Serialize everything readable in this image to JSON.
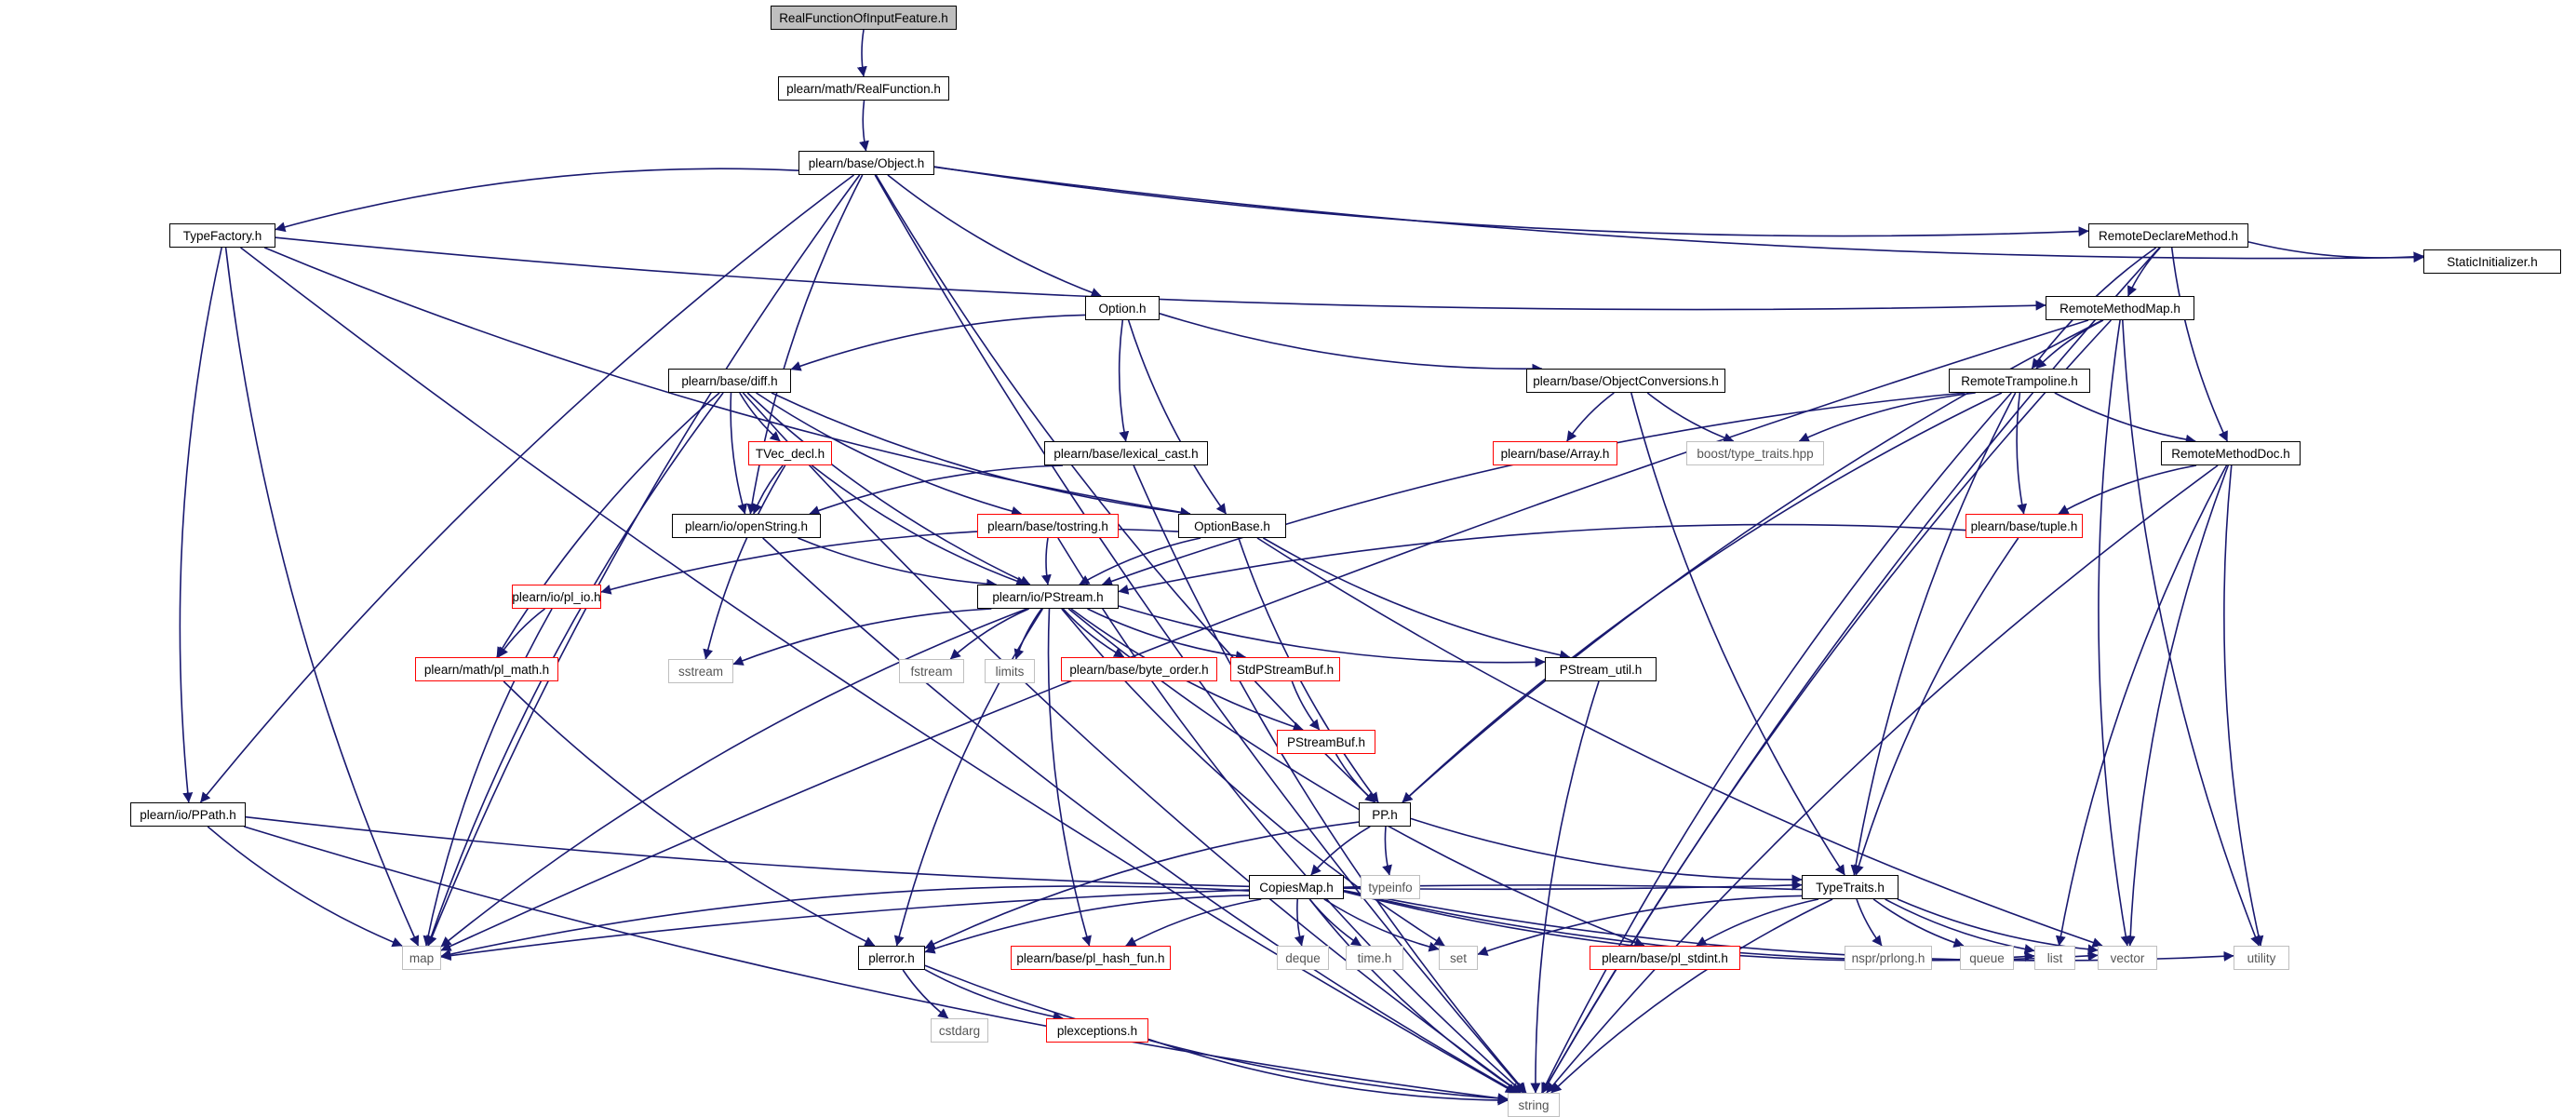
{
  "colors": {
    "edge": "#191970",
    "box_border": "#000000",
    "red_border": "#ff0000",
    "gray_border": "#bfbfbf",
    "root_fill": "#bfbfbf"
  },
  "nodes": [
    {
      "id": "root",
      "label": "RealFunctionOfInputFeature.h",
      "style": "root"
    },
    {
      "id": "realfunction",
      "label": "plearn/math/RealFunction.h",
      "style": "black"
    },
    {
      "id": "object",
      "label": "plearn/base/Object.h",
      "style": "black"
    },
    {
      "id": "typefactory",
      "label": "TypeFactory.h",
      "style": "black"
    },
    {
      "id": "remotedeclare",
      "label": "RemoteDeclareMethod.h",
      "style": "black"
    },
    {
      "id": "staticinit",
      "label": "StaticInitializer.h",
      "style": "black"
    },
    {
      "id": "option",
      "label": "Option.h",
      "style": "black"
    },
    {
      "id": "remotemethodmap",
      "label": "RemoteMethodMap.h",
      "style": "black"
    },
    {
      "id": "diff",
      "label": "plearn/base/diff.h",
      "style": "black"
    },
    {
      "id": "objconv",
      "label": "plearn/base/ObjectConversions.h",
      "style": "black"
    },
    {
      "id": "remotetramp",
      "label": "RemoteTrampoline.h",
      "style": "black"
    },
    {
      "id": "tvecdecl",
      "label": "TVec_decl.h",
      "style": "red"
    },
    {
      "id": "lexicalcast",
      "label": "plearn/base/lexical_cast.h",
      "style": "black"
    },
    {
      "id": "array",
      "label": "plearn/base/Array.h",
      "style": "red"
    },
    {
      "id": "boosttt",
      "label": "boost/type_traits.hpp",
      "style": "gray"
    },
    {
      "id": "remotemethoddoc",
      "label": "RemoteMethodDoc.h",
      "style": "black"
    },
    {
      "id": "openstring",
      "label": "plearn/io/openString.h",
      "style": "black"
    },
    {
      "id": "tostring",
      "label": "plearn/base/tostring.h",
      "style": "red"
    },
    {
      "id": "optionbase",
      "label": "OptionBase.h",
      "style": "black"
    },
    {
      "id": "tuple",
      "label": "plearn/base/tuple.h",
      "style": "red"
    },
    {
      "id": "pliio",
      "label": "plearn/io/pl_io.h",
      "style": "red"
    },
    {
      "id": "pstream",
      "label": "plearn/io/PStream.h",
      "style": "black"
    },
    {
      "id": "plmath",
      "label": "plearn/math/pl_math.h",
      "style": "red"
    },
    {
      "id": "sstream",
      "label": "sstream",
      "style": "gray"
    },
    {
      "id": "fstream",
      "label": "fstream",
      "style": "gray"
    },
    {
      "id": "limits",
      "label": "limits",
      "style": "gray"
    },
    {
      "id": "byteorder",
      "label": "plearn/base/byte_order.h",
      "style": "red"
    },
    {
      "id": "stdpsb",
      "label": "StdPStreamBuf.h",
      "style": "red"
    },
    {
      "id": "pstreamutil",
      "label": "PStream_util.h",
      "style": "black"
    },
    {
      "id": "pstreambuf",
      "label": "PStreamBuf.h",
      "style": "red"
    },
    {
      "id": "pp",
      "label": "PP.h",
      "style": "black"
    },
    {
      "id": "ppath",
      "label": "plearn/io/PPath.h",
      "style": "black"
    },
    {
      "id": "typeinfo",
      "label": "typeinfo",
      "style": "gray"
    },
    {
      "id": "copiesmap",
      "label": "CopiesMap.h",
      "style": "black"
    },
    {
      "id": "typetraits",
      "label": "TypeTraits.h",
      "style": "black"
    },
    {
      "id": "map",
      "label": "map",
      "style": "gray"
    },
    {
      "id": "plerror",
      "label": "plerror.h",
      "style": "black"
    },
    {
      "id": "plhash",
      "label": "plearn/base/pl_hash_fun.h",
      "style": "red"
    },
    {
      "id": "deque",
      "label": "deque",
      "style": "gray"
    },
    {
      "id": "timeh",
      "label": "time.h",
      "style": "gray"
    },
    {
      "id": "set",
      "label": "set",
      "style": "gray"
    },
    {
      "id": "plstdint",
      "label": "plearn/base/pl_stdint.h",
      "style": "red"
    },
    {
      "id": "nsprlong",
      "label": "nspr/prlong.h",
      "style": "gray"
    },
    {
      "id": "queue",
      "label": "queue",
      "style": "gray"
    },
    {
      "id": "list",
      "label": "list",
      "style": "gray"
    },
    {
      "id": "vector",
      "label": "vector",
      "style": "gray"
    },
    {
      "id": "utility",
      "label": "utility",
      "style": "gray"
    },
    {
      "id": "cstdarg",
      "label": "cstdarg",
      "style": "gray"
    },
    {
      "id": "plexceptions",
      "label": "plexceptions.h",
      "style": "red"
    },
    {
      "id": "string",
      "label": "string",
      "style": "gray"
    }
  ],
  "edges": [
    [
      "root",
      "realfunction"
    ],
    [
      "realfunction",
      "object"
    ],
    [
      "object",
      "typefactory"
    ],
    [
      "object",
      "remotedeclare"
    ],
    [
      "object",
      "staticinit"
    ],
    [
      "object",
      "option"
    ],
    [
      "object",
      "openstring"
    ],
    [
      "object",
      "pp"
    ],
    [
      "object",
      "ppath"
    ],
    [
      "object",
      "map"
    ],
    [
      "object",
      "string"
    ],
    [
      "typefactory",
      "remotemethodmap"
    ],
    [
      "typefactory",
      "optionbase"
    ],
    [
      "typefactory",
      "ppath"
    ],
    [
      "typefactory",
      "map"
    ],
    [
      "typefactory",
      "string"
    ],
    [
      "remotedeclare",
      "remotemethodmap"
    ],
    [
      "remotedeclare",
      "remotetramp"
    ],
    [
      "remotedeclare",
      "remotemethoddoc"
    ],
    [
      "remotedeclare",
      "staticinit"
    ],
    [
      "remotedeclare",
      "string"
    ],
    [
      "option",
      "diff"
    ],
    [
      "option",
      "objconv"
    ],
    [
      "option",
      "lexicalcast"
    ],
    [
      "option",
      "optionbase"
    ],
    [
      "remotemethodmap",
      "remotetramp"
    ],
    [
      "remotemethodmap",
      "pp"
    ],
    [
      "remotemethodmap",
      "vector"
    ],
    [
      "remotemethodmap",
      "utility"
    ],
    [
      "remotemethodmap",
      "map"
    ],
    [
      "remotemethodmap",
      "string"
    ],
    [
      "diff",
      "tvecdecl"
    ],
    [
      "diff",
      "openstring"
    ],
    [
      "diff",
      "tostring"
    ],
    [
      "diff",
      "pstream"
    ],
    [
      "diff",
      "optionbase"
    ],
    [
      "diff",
      "plmath"
    ],
    [
      "diff",
      "map"
    ],
    [
      "diff",
      "string"
    ],
    [
      "objconv",
      "array"
    ],
    [
      "objconv",
      "boosttt"
    ],
    [
      "objconv",
      "typetraits"
    ],
    [
      "remotetramp",
      "boosttt"
    ],
    [
      "remotetramp",
      "remotemethoddoc"
    ],
    [
      "remotetramp",
      "tuple"
    ],
    [
      "remotetramp",
      "pstream"
    ],
    [
      "remotetramp",
      "typetraits"
    ],
    [
      "remotetramp",
      "pp"
    ],
    [
      "remotetramp",
      "string"
    ],
    [
      "tvecdecl",
      "openstring"
    ],
    [
      "tvecdecl",
      "pstream"
    ],
    [
      "tvecdecl",
      "sstream"
    ],
    [
      "lexicalcast",
      "openstring"
    ],
    [
      "lexicalcast",
      "string"
    ],
    [
      "remotemethoddoc",
      "tuple"
    ],
    [
      "remotemethoddoc",
      "list"
    ],
    [
      "remotemethoddoc",
      "vector"
    ],
    [
      "remotemethoddoc",
      "utility"
    ],
    [
      "remotemethoddoc",
      "string"
    ],
    [
      "openstring",
      "pstream"
    ],
    [
      "openstring",
      "string"
    ],
    [
      "tostring",
      "pstream"
    ],
    [
      "tostring",
      "string"
    ],
    [
      "optionbase",
      "pstream"
    ],
    [
      "optionbase",
      "pliio"
    ],
    [
      "optionbase",
      "pp"
    ],
    [
      "optionbase",
      "pstreamutil"
    ],
    [
      "optionbase",
      "vector"
    ],
    [
      "tuple",
      "pstream"
    ],
    [
      "tuple",
      "typetraits"
    ],
    [
      "pliio",
      "plmath"
    ],
    [
      "pliio",
      "map"
    ],
    [
      "pstream",
      "sstream"
    ],
    [
      "pstream",
      "fstream"
    ],
    [
      "pstream",
      "limits"
    ],
    [
      "pstream",
      "byteorder"
    ],
    [
      "pstream",
      "stdpsb"
    ],
    [
      "pstream",
      "pstreamutil"
    ],
    [
      "pstream",
      "pstreambuf"
    ],
    [
      "pstream",
      "plhash"
    ],
    [
      "pstream",
      "plerror"
    ],
    [
      "pstream",
      "map"
    ],
    [
      "pstream",
      "set"
    ],
    [
      "pstream",
      "plstdint"
    ],
    [
      "plmath",
      "plerror"
    ],
    [
      "stdpsb",
      "pstreambuf"
    ],
    [
      "pstreambuf",
      "pp"
    ],
    [
      "pstreamutil",
      "string"
    ],
    [
      "pp",
      "typeinfo"
    ],
    [
      "pp",
      "copiesmap"
    ],
    [
      "pp",
      "typetraits"
    ],
    [
      "pp",
      "plerror"
    ],
    [
      "ppath",
      "typetraits"
    ],
    [
      "ppath",
      "map"
    ],
    [
      "ppath",
      "string"
    ],
    [
      "copiesmap",
      "map"
    ],
    [
      "copiesmap",
      "plerror"
    ],
    [
      "copiesmap",
      "plhash"
    ],
    [
      "copiesmap",
      "deque"
    ],
    [
      "copiesmap",
      "timeh"
    ],
    [
      "copiesmap",
      "set"
    ],
    [
      "copiesmap",
      "list"
    ],
    [
      "copiesmap",
      "vector"
    ],
    [
      "copiesmap",
      "utility"
    ],
    [
      "copiesmap",
      "string"
    ],
    [
      "typetraits",
      "map"
    ],
    [
      "typetraits",
      "set"
    ],
    [
      "typetraits",
      "plstdint"
    ],
    [
      "typetraits",
      "nsprlong"
    ],
    [
      "typetraits",
      "queue"
    ],
    [
      "typetraits",
      "list"
    ],
    [
      "typetraits",
      "vector"
    ],
    [
      "typetraits",
      "string"
    ],
    [
      "plerror",
      "cstdarg"
    ],
    [
      "plerror",
      "plexceptions"
    ],
    [
      "plerror",
      "string"
    ],
    [
      "plexceptions",
      "string"
    ]
  ]
}
